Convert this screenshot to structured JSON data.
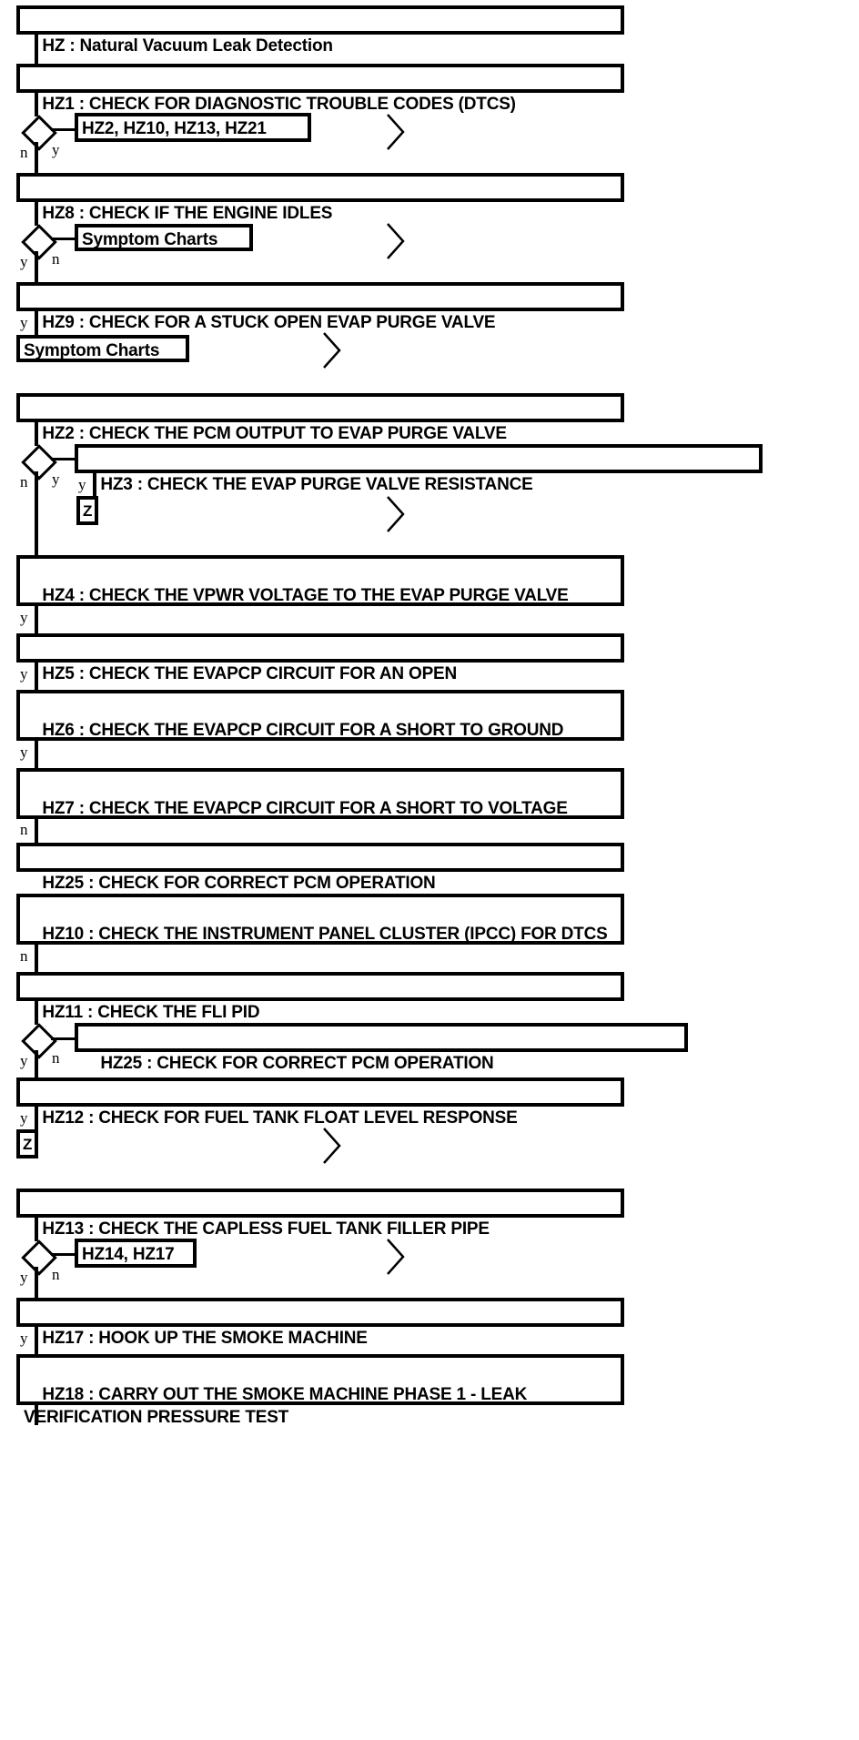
{
  "diagram": {
    "title": "HZ : Natural Vacuum Leak Detection",
    "type": "flowchart",
    "notation": {
      "yes_label": "y",
      "no_label": "n",
      "continuation_symbol": ">",
      "offpage_connector": "Z"
    },
    "steps": [
      {
        "id": "title",
        "label": "HZ : Natural Vacuum Leak Detection"
      },
      {
        "id": "HZ1",
        "label": "HZ1 : CHECK FOR DIAGNOSTIC TROUBLE CODES (DTCS)"
      },
      {
        "id": "HZ8",
        "label": "HZ8 : CHECK IF THE ENGINE IDLES"
      },
      {
        "id": "HZ9",
        "label": "HZ9 : CHECK FOR A STUCK OPEN EVAP PURGE VALVE"
      },
      {
        "id": "HZ2",
        "label": "HZ2 : CHECK THE PCM OUTPUT TO EVAP PURGE VALVE"
      },
      {
        "id": "HZ3",
        "label": "HZ3 : CHECK THE EVAP PURGE VALVE RESISTANCE"
      },
      {
        "id": "HZ4",
        "label": "HZ4 : CHECK THE VPWR VOLTAGE TO THE EVAP PURGE VALVE"
      },
      {
        "id": "HZ5",
        "label": "HZ5 : CHECK THE EVAPCP CIRCUIT FOR AN OPEN"
      },
      {
        "id": "HZ6",
        "label": "HZ6 : CHECK THE EVAPCP CIRCUIT FOR A SHORT TO GROUND"
      },
      {
        "id": "HZ7",
        "label": "HZ7 : CHECK THE EVAPCP CIRCUIT FOR A SHORT TO VOLTAGE"
      },
      {
        "id": "HZ25a",
        "label": "HZ25 : CHECK FOR CORRECT PCM OPERATION"
      },
      {
        "id": "HZ10",
        "label": "HZ10 : CHECK THE INSTRUMENT PANEL CLUSTER (IPCC) FOR DTCS"
      },
      {
        "id": "HZ11",
        "label": "HZ11 : CHECK THE FLI PID"
      },
      {
        "id": "HZ25b",
        "label": "HZ25 : CHECK FOR CORRECT PCM OPERATION"
      },
      {
        "id": "HZ12",
        "label": "HZ12 : CHECK FOR FUEL TANK FLOAT LEVEL RESPONSE"
      },
      {
        "id": "HZ13",
        "label": "HZ13 : CHECK THE CAPLESS FUEL TANK FILLER PIPE"
      },
      {
        "id": "HZ17",
        "label": "HZ17 : HOOK UP THE SMOKE MACHINE"
      },
      {
        "id": "HZ18",
        "label": "HZ18 : CARRY OUT THE SMOKE MACHINE PHASE 1 - LEAK VERIFICATION PRESSURE TEST"
      }
    ],
    "references": [
      {
        "id": "ref_hz2_hz10_hz13_hz21",
        "label": "HZ2, HZ10, HZ13, HZ21"
      },
      {
        "id": "ref_symptom_charts_1",
        "label": "Symptom Charts"
      },
      {
        "id": "ref_symptom_charts_2",
        "label": "Symptom Charts"
      },
      {
        "id": "ref_z_1",
        "label": "Z"
      },
      {
        "id": "ref_z_2",
        "label": "Z"
      },
      {
        "id": "ref_z_3",
        "label": "Z"
      },
      {
        "id": "ref_hz14_hz17",
        "label": "HZ14, HZ17"
      }
    ],
    "branches": [
      {
        "id": "b_hz1_n",
        "label": "n"
      },
      {
        "id": "b_hz1_y",
        "label": "y"
      },
      {
        "id": "b_hz8_y",
        "label": "y"
      },
      {
        "id": "b_hz8_n",
        "label": "n"
      },
      {
        "id": "b_hz9_y",
        "label": "y"
      },
      {
        "id": "b_hz2_n",
        "label": "n"
      },
      {
        "id": "b_hz2_y",
        "label": "y"
      },
      {
        "id": "b_hz3_y",
        "label": "y"
      },
      {
        "id": "b_hz4_y",
        "label": "y"
      },
      {
        "id": "b_hz5_y",
        "label": "y"
      },
      {
        "id": "b_hz6_y",
        "label": "y"
      },
      {
        "id": "b_hz7_n",
        "label": "n"
      },
      {
        "id": "b_hz10_n",
        "label": "n"
      },
      {
        "id": "b_hz11_y",
        "label": "y"
      },
      {
        "id": "b_hz11_n",
        "label": "n"
      },
      {
        "id": "b_hz12_y",
        "label": "y"
      },
      {
        "id": "b_hz13_y",
        "label": "y"
      },
      {
        "id": "b_hz13_n",
        "label": "n"
      },
      {
        "id": "b_hz17_y",
        "label": "y"
      }
    ]
  }
}
